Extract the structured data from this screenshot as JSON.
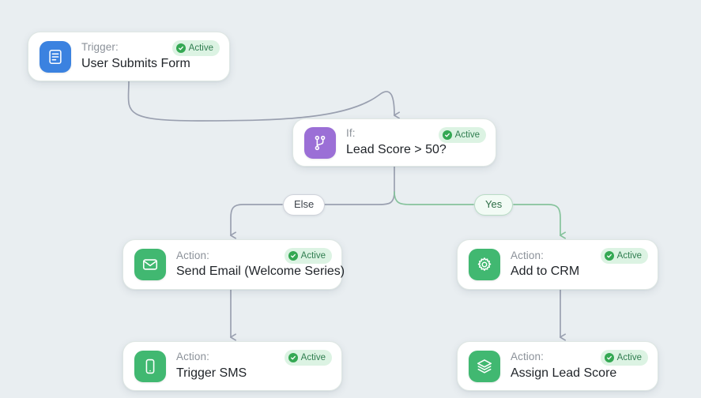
{
  "canvas": {
    "background": "#e9eef1",
    "wire_gray": "#9aa0b0",
    "wire_green": "#86c39c"
  },
  "badge": {
    "label": "Active",
    "icon": "check-circle-icon",
    "bg": "#dcf3e3",
    "fg": "#2f7d4f",
    "dot": "#34a853"
  },
  "nodes": [
    {
      "id": "trigger",
      "kind": "Trigger:",
      "title": "User Submits Form",
      "icon": "form-document-icon",
      "icon_color": "#3b82e0",
      "status": "Active"
    },
    {
      "id": "if",
      "kind": "If:",
      "title": "Lead Score > 50?",
      "icon": "git-branch-icon",
      "icon_color": "#9b6fd6",
      "status": "Active"
    },
    {
      "id": "email",
      "kind": "Action:",
      "title": "Send Email (Welcome Series)",
      "icon": "envelope-icon",
      "icon_color": "#41b871",
      "status": "Active"
    },
    {
      "id": "crm",
      "kind": "Action:",
      "title": "Add to CRM",
      "icon": "gear-icon",
      "icon_color": "#41b871",
      "status": "Active"
    },
    {
      "id": "sms",
      "kind": "Action:",
      "title": "Trigger SMS",
      "icon": "mobile-phone-icon",
      "icon_color": "#41b871",
      "status": "Active"
    },
    {
      "id": "score",
      "kind": "Action:",
      "title": "Assign Lead Score",
      "icon": "layers-icon",
      "icon_color": "#41b871",
      "status": "Active"
    }
  ],
  "branches": {
    "else_label": "Else",
    "yes_label": "Yes"
  }
}
